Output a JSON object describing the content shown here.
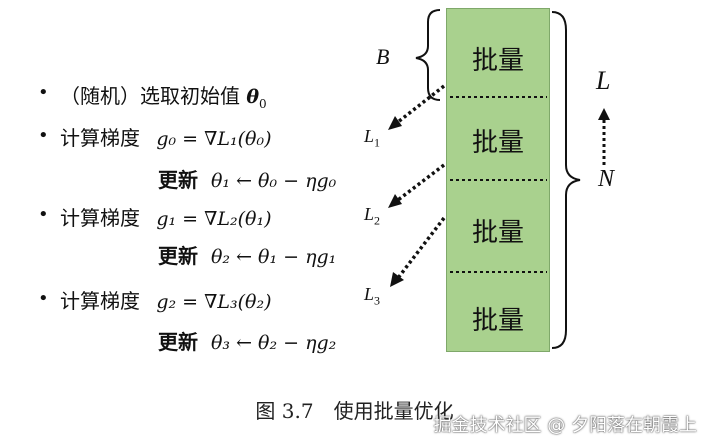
{
  "batches": [
    "批量",
    "批量",
    "批量",
    "批量"
  ],
  "labels": {
    "B": "B",
    "L": "L",
    "N": "N",
    "L1": "L",
    "L1_sub": "1",
    "L2": "L",
    "L2_sub": "2",
    "L3": "L",
    "L3_sub": "3"
  },
  "steps": [
    {
      "text": "（随机）选取初始值",
      "math": "θ",
      "sub": "0"
    },
    {
      "text": "计算梯度",
      "math": "g₀ = ∇L₁(θ₀)"
    },
    {
      "update_label": "更新",
      "math": "θ₁ ← θ₀ − ηg₀"
    },
    {
      "text": "计算梯度",
      "math": "g₁ = ∇L₂(θ₁)"
    },
    {
      "update_label": "更新",
      "math": "θ₂ ← θ₁ − ηg₁"
    },
    {
      "text": "计算梯度",
      "math": "g₂ = ∇L₃(θ₂)"
    },
    {
      "update_label": "更新",
      "math": "θ₃ ← θ₂ − ηg₂"
    }
  ],
  "bullet": "•",
  "caption": "图 3.7　使用批量优化",
  "watermark": "掘金技术社区 @ 夕阳落在朝霞上"
}
